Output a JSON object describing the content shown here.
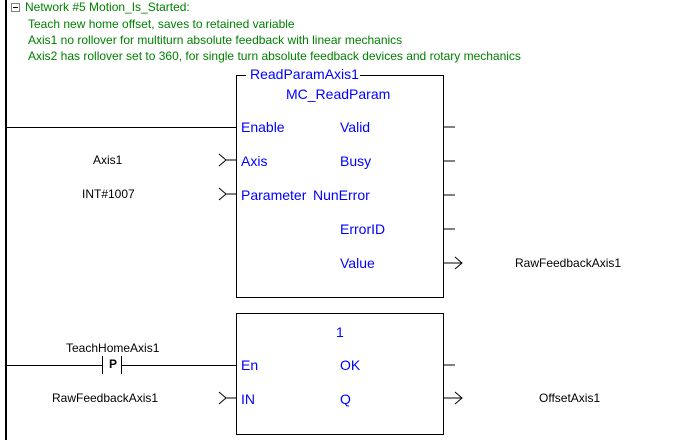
{
  "network": {
    "header": "Network #5 Motion_Is_Started:",
    "comments": [
      "Teach new home offset, saves to retained variable",
      "Axis1 no rollover for multiturn absolute feedback with linear mechanics",
      "Axis2 has rollover set to 360, for single turn absolute feedback devices and rotary mechanics"
    ]
  },
  "block1": {
    "instance": "ReadParamAxis1",
    "type": "MC_ReadParam",
    "inputs": [
      "Enable",
      "Axis",
      "Parameter"
    ],
    "outputs": [
      "Valid",
      "Busy",
      "NunError",
      "ErrorID",
      "Value"
    ],
    "input_vars": {
      "axis": "Axis1",
      "parameter": "INT#1007"
    },
    "output_vars": {
      "value": "RawFeedbackAxis1"
    }
  },
  "block2": {
    "type": "1",
    "inputs": [
      "En",
      "IN"
    ],
    "outputs": [
      "OK",
      "Q"
    ],
    "contact": {
      "variable": "TeachHomeAxis1",
      "symbol": "P"
    },
    "input_vars": {
      "in": "RawFeedbackAxis1"
    },
    "output_vars": {
      "q": "OffsetAxis1"
    }
  },
  "colors": {
    "comment": "#008000",
    "pin": "#0000ff",
    "wire": "#000000"
  }
}
